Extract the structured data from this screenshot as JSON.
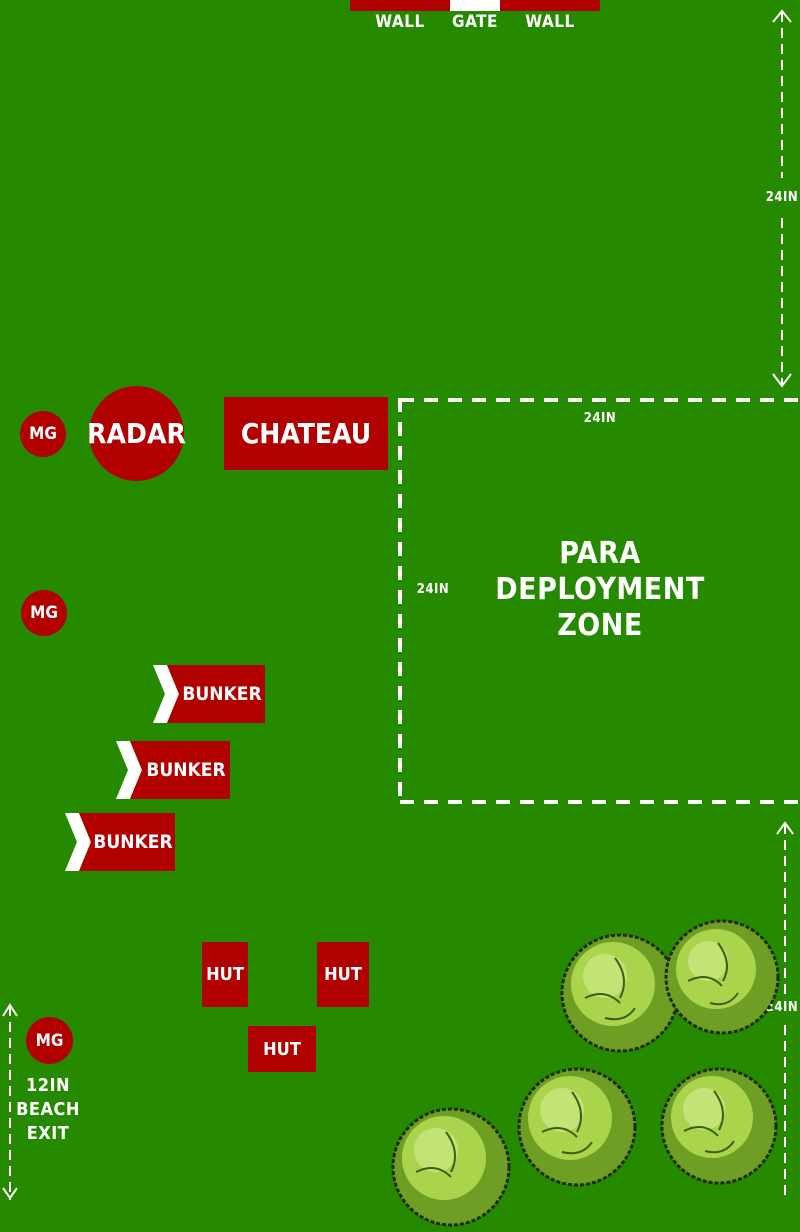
{
  "wall": {
    "left_label": "WALL",
    "gate_label": "GATE",
    "right_label": "WALL"
  },
  "measurements": {
    "top_right": "24IN",
    "deploy_top": "24IN",
    "deploy_left": "24IN",
    "bottom_right": "24IN",
    "bottom_left": "12IN\nBEACH\nEXIT"
  },
  "deployment_zone": {
    "label_line1": "PARA",
    "label_line2": "DEPLOYMENT",
    "label_line3": "ZONE"
  },
  "buildings": {
    "radar": "RADAR",
    "chateau": "CHATEAU",
    "mg1": "MG",
    "mg2": "MG",
    "mg3": "MG",
    "bunker1": "BUNKER",
    "bunker2": "BUNKER",
    "bunker3": "BUNKER",
    "hut1": "HUT",
    "hut2": "HUT",
    "hut3": "HUT"
  },
  "colors": {
    "grass": "#258a00",
    "objective": "#b10000",
    "marking": "#ffffff",
    "tree_light": "#9ccb3a",
    "tree_dark": "#5f8f1e"
  },
  "icons": {
    "tree": "bush-icon",
    "arrow": "arrow-icon"
  }
}
